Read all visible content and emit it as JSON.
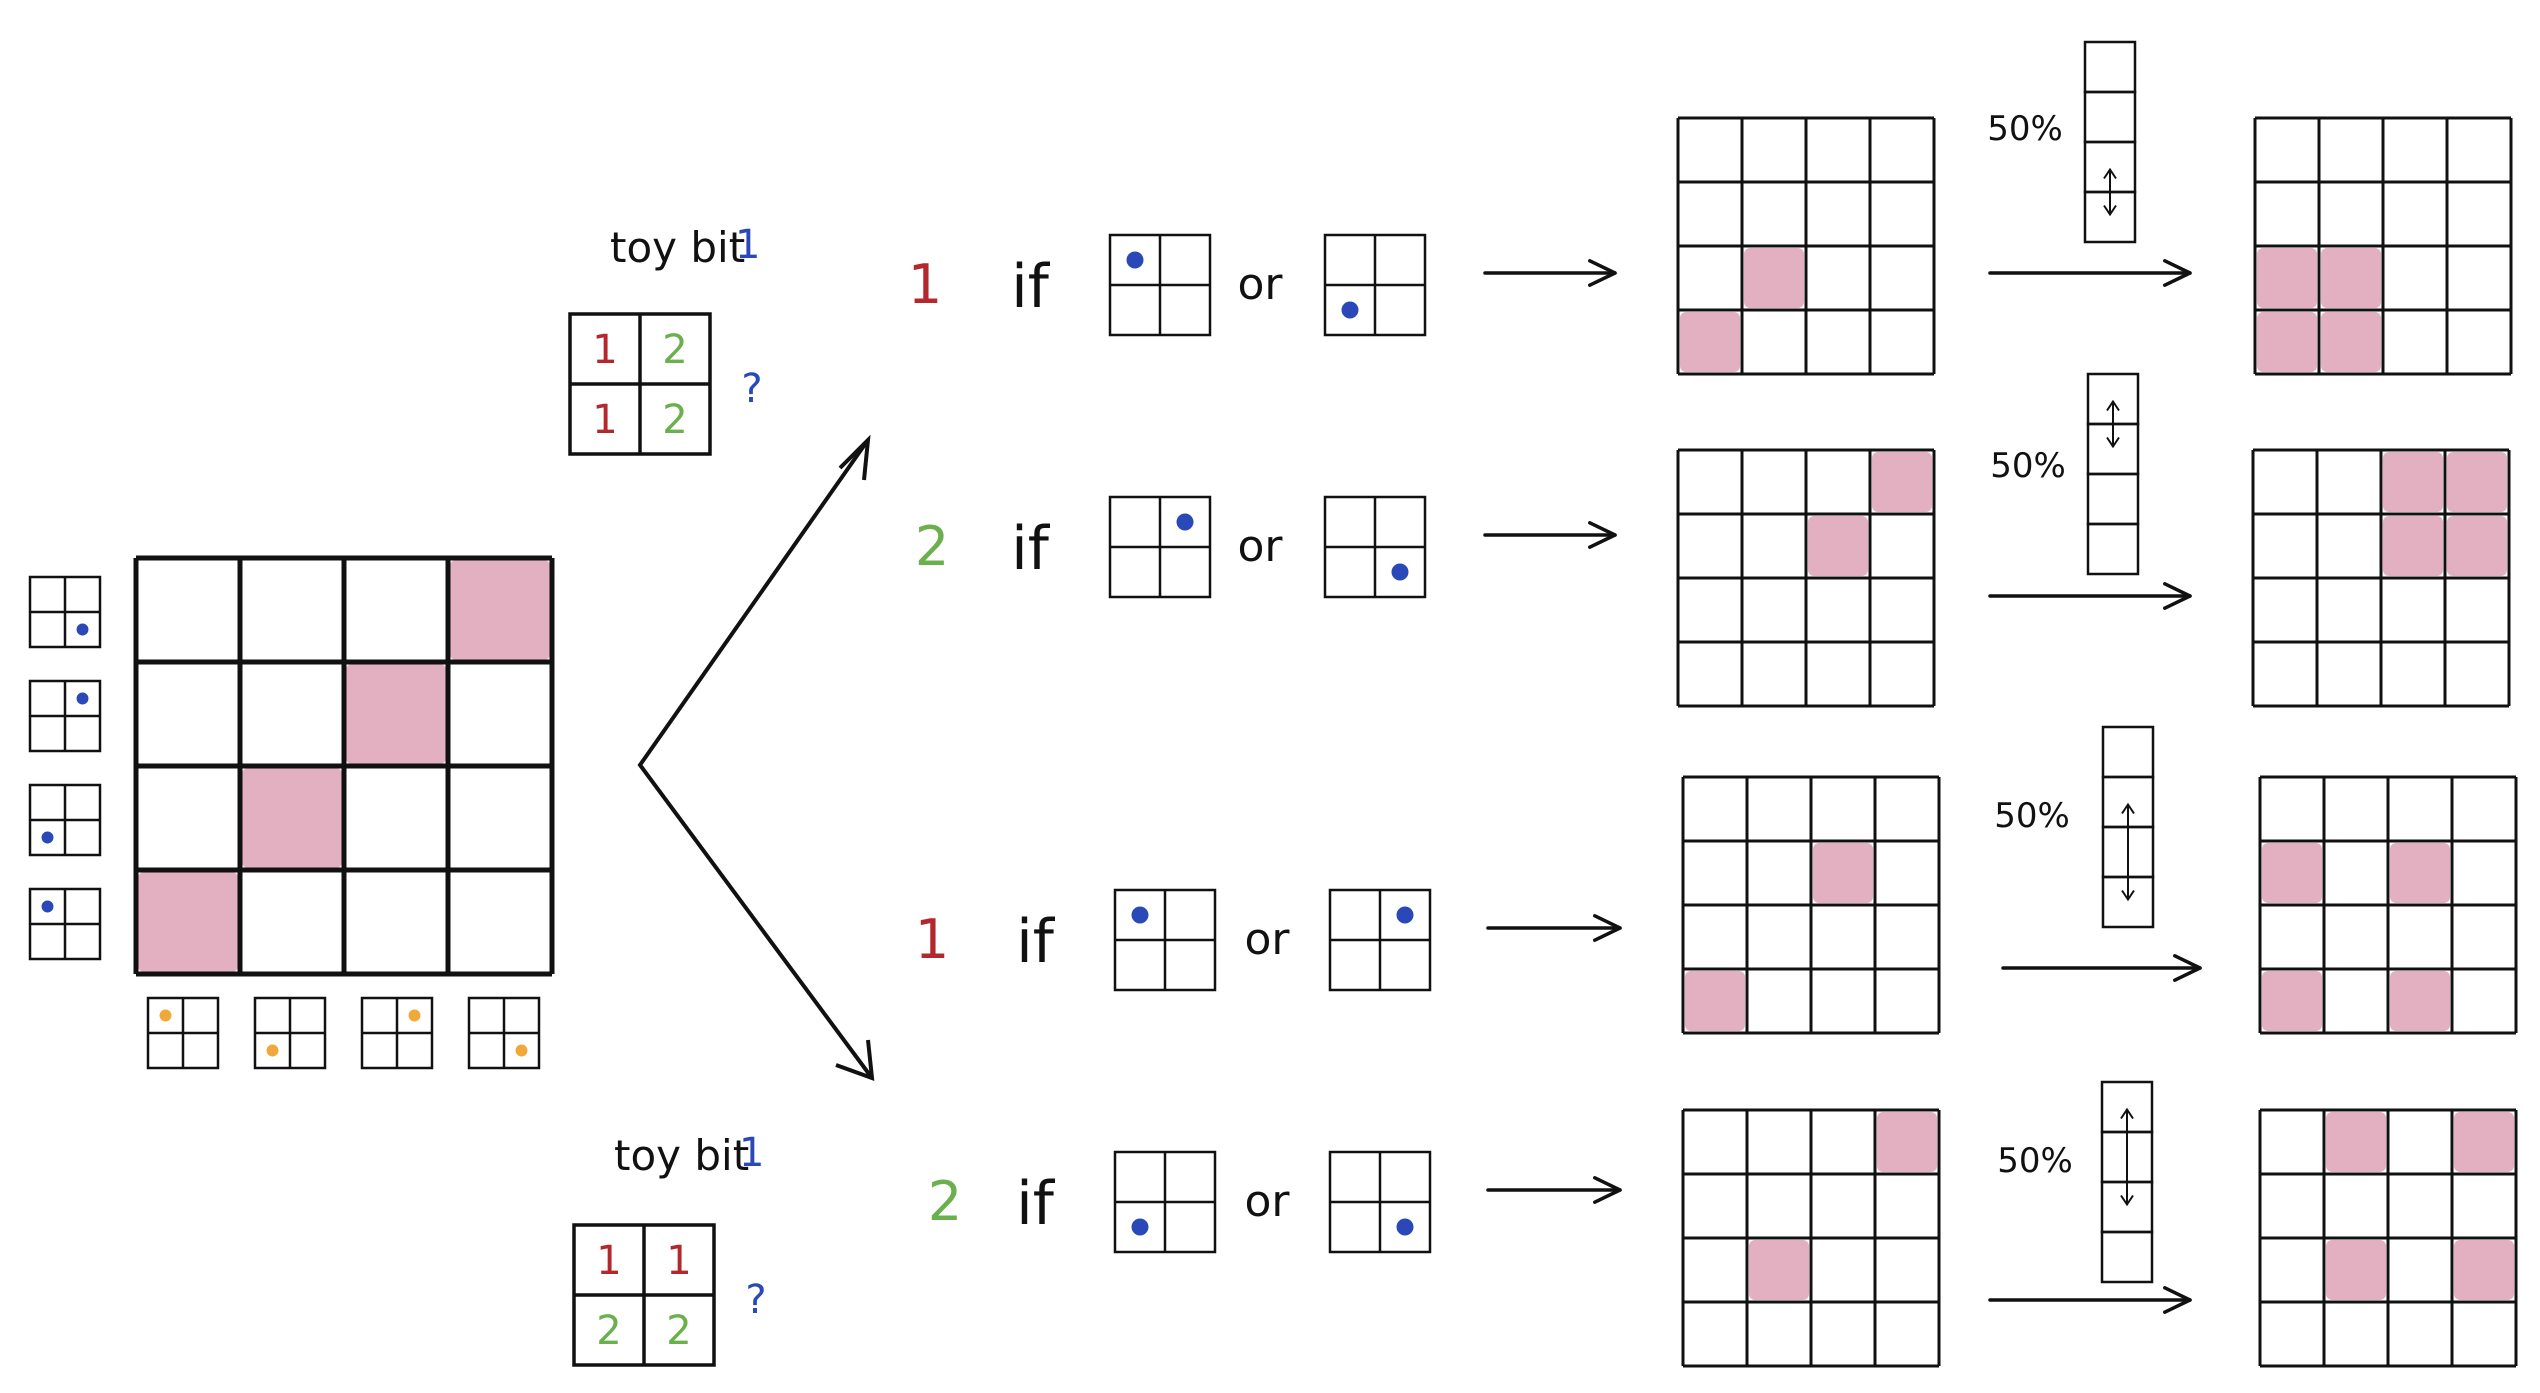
{
  "colors": {
    "ink": "#111111",
    "pink": "#e2b0c1",
    "blue": "#2a48b8",
    "orange": "#f0a83a",
    "red": "#b3282d",
    "green": "#6ab04c"
  },
  "labels": {
    "toy_bit": "toy bit",
    "toy_bit_value": "1",
    "question": "?",
    "if": "if",
    "or": "or",
    "percent": "50%"
  },
  "main_grid": {
    "size": 4,
    "filled": [
      [
        0,
        3
      ],
      [
        1,
        2
      ],
      [
        2,
        1
      ],
      [
        3,
        0
      ]
    ],
    "row_keys": [
      {
        "dot": "br",
        "color": "blue"
      },
      {
        "dot": "tr",
        "color": "blue"
      },
      {
        "dot": "bl",
        "color": "blue"
      },
      {
        "dot": "tl",
        "color": "blue"
      }
    ],
    "col_keys": [
      {
        "dot": "tl",
        "color": "orange"
      },
      {
        "dot": "bl",
        "color": "orange"
      },
      {
        "dot": "tr",
        "color": "orange"
      },
      {
        "dot": "br",
        "color": "orange"
      }
    ]
  },
  "toy_tables": [
    {
      "cells": [
        [
          "1",
          "2"
        ],
        [
          "1",
          "2"
        ]
      ],
      "colors": [
        [
          "red",
          "green"
        ],
        [
          "red",
          "green"
        ]
      ]
    },
    {
      "cells": [
        [
          "1",
          "1"
        ],
        [
          "2",
          "2"
        ]
      ],
      "colors": [
        [
          "red",
          "red"
        ],
        [
          "green",
          "green"
        ]
      ]
    }
  ],
  "rules": [
    {
      "value": "1",
      "value_color": "red",
      "a": "tl",
      "b": "bl",
      "mid_filled": [
        [
          2,
          1
        ],
        [
          3,
          0
        ]
      ],
      "strip": {
        "cells": 4,
        "arrow_span": [
          2,
          3
        ]
      },
      "final_filled": [
        [
          2,
          0
        ],
        [
          2,
          1
        ],
        [
          3,
          0
        ],
        [
          3,
          1
        ]
      ]
    },
    {
      "value": "2",
      "value_color": "green",
      "a": "tr",
      "b": "br",
      "mid_filled": [
        [
          0,
          3
        ],
        [
          1,
          2
        ]
      ],
      "strip": {
        "cells": 4,
        "arrow_span": [
          0,
          1
        ]
      },
      "final_filled": [
        [
          0,
          2
        ],
        [
          0,
          3
        ],
        [
          1,
          2
        ],
        [
          1,
          3
        ]
      ]
    },
    {
      "value": "1",
      "value_color": "red",
      "a": "tl",
      "b": "tr",
      "mid_filled": [
        [
          1,
          2
        ],
        [
          3,
          0
        ]
      ],
      "strip": {
        "cells": 4,
        "arrow_span": [
          1,
          3
        ]
      },
      "final_filled": [
        [
          1,
          0
        ],
        [
          1,
          2
        ],
        [
          3,
          0
        ],
        [
          3,
          2
        ]
      ]
    },
    {
      "value": "2",
      "value_color": "green",
      "a": "bl",
      "b": "br",
      "mid_filled": [
        [
          0,
          3
        ],
        [
          2,
          1
        ]
      ],
      "strip": {
        "cells": 4,
        "arrow_span": [
          0,
          2
        ]
      },
      "final_filled": [
        [
          0,
          1
        ],
        [
          0,
          3
        ],
        [
          2,
          1
        ],
        [
          2,
          3
        ]
      ]
    }
  ]
}
